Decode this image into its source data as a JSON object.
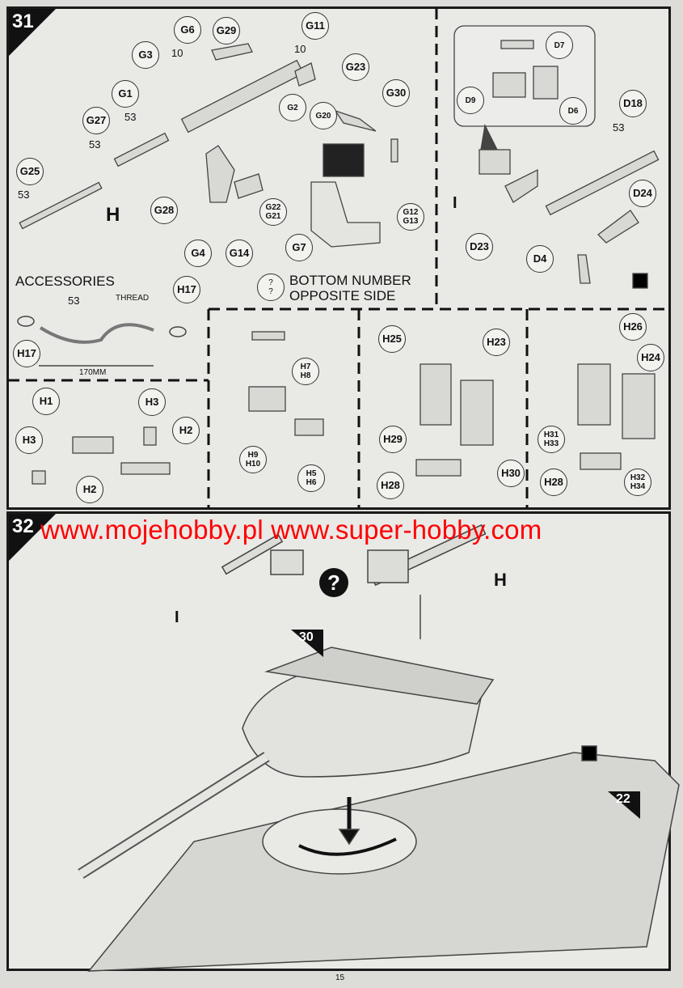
{
  "step31": {
    "number": "31",
    "callouts_gun_h": [
      "G6",
      "G29",
      "G11",
      "G3",
      "G23",
      "G1",
      "G30",
      "G2",
      "G20",
      "G27",
      "G25",
      "G28",
      "G4",
      "G14",
      "G7"
    ],
    "callout_g22_g21": [
      "G22",
      "G21"
    ],
    "callout_g12_g13": [
      "G12",
      "G13"
    ],
    "quantities": {
      "g6": "10",
      "g11": "10",
      "g1": "53",
      "g27": "53",
      "g25": "53",
      "rope": "53",
      "d18": "53"
    },
    "gun_h_label": "H",
    "gun_i_label": "I",
    "callouts_gun_i": [
      "D7",
      "D9",
      "D6",
      "D18",
      "D24",
      "D23",
      "D4"
    ],
    "accessories": {
      "title": "ACCESSORIES",
      "thread_label": "THREAD",
      "length": "170MM",
      "callouts": [
        "H17",
        "H17"
      ]
    },
    "note": {
      "symbol": "?",
      "line1": "BOTTOM NUMBER",
      "line2": "OPPOSITE SIDE"
    },
    "box1_callouts": [
      "H1",
      "H3",
      "H3",
      "H2",
      "H2"
    ],
    "box2_callouts": [
      [
        "H7",
        "H8"
      ],
      [
        "H9",
        "H10"
      ],
      [
        "H5",
        "H6"
      ]
    ],
    "box3_callouts": [
      "H25",
      "H23",
      "H29",
      "H30",
      "H28"
    ],
    "box4_callouts": [
      "H26",
      "H24",
      "H28"
    ],
    "box4_pairs": [
      [
        "H31",
        "H33"
      ],
      [
        "H32",
        "H34"
      ]
    ]
  },
  "watermark": "www.mojehobby.pl www.super-hobby.com",
  "step32": {
    "number": "32",
    "gun_i_label": "I",
    "gun_h_label": "H",
    "question": "?",
    "ref_turret": "30",
    "ref_hull": "22"
  },
  "page_number": "15"
}
